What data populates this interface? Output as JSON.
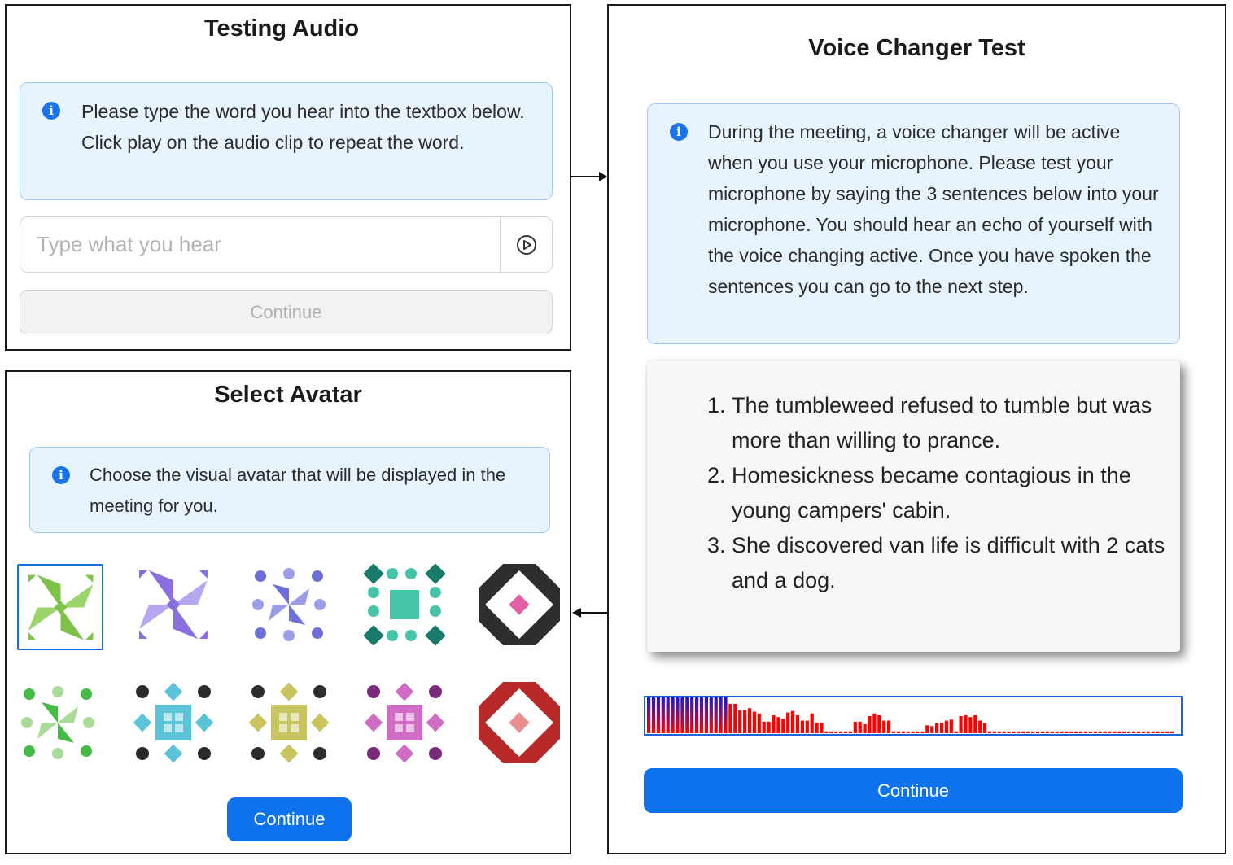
{
  "testing_audio": {
    "title": "Testing Audio",
    "info": "Please type the word you hear into the textbox below. Click play on the audio clip to repeat the word.",
    "input_placeholder": "Type what you hear",
    "continue_label": "Continue"
  },
  "select_avatar": {
    "title": "Select Avatar",
    "info": "Choose the visual avatar that will be displayed in the meeting for you.",
    "continue_label": "Continue",
    "avatars": [
      {
        "name": "avatar-green-pinwheel",
        "selected": true,
        "colors": [
          "#7ec24a",
          "#9bd46a"
        ]
      },
      {
        "name": "avatar-lavender-pinwheel",
        "selected": false,
        "colors": [
          "#8a6fe0",
          "#b7a7f0"
        ]
      },
      {
        "name": "avatar-periwinkle-pinwheel",
        "selected": false,
        "colors": [
          "#6d6fd8",
          "#9b9de8"
        ]
      },
      {
        "name": "avatar-teal-square",
        "selected": false,
        "colors": [
          "#177a6a",
          "#46c4a8"
        ]
      },
      {
        "name": "avatar-dark-diamond",
        "selected": false,
        "colors": [
          "#2e2e2e",
          "#e25fa5"
        ]
      },
      {
        "name": "avatar-mint-pinwheel",
        "selected": false,
        "colors": [
          "#44bb44",
          "#a8dc98"
        ]
      },
      {
        "name": "avatar-aqua-quilt",
        "selected": false,
        "colors": [
          "#2a2a2a",
          "#5cc4d8"
        ]
      },
      {
        "name": "avatar-olive-quilt",
        "selected": false,
        "colors": [
          "#2d2d2d",
          "#c8c460"
        ]
      },
      {
        "name": "avatar-magenta-quilt",
        "selected": false,
        "colors": [
          "#7a2a7a",
          "#d06cc4"
        ]
      },
      {
        "name": "avatar-red-diamond",
        "selected": false,
        "colors": [
          "#b82a2a",
          "#e89090"
        ]
      }
    ]
  },
  "voice_changer": {
    "title": "Voice Changer Test",
    "info": "During the meeting, a voice changer will be active when you use your microphone. Please test your microphone by saying the 3 sentences below into your microphone. You should hear an echo of yourself with the voice changing active. Once you have spoken the sentences you can go to the next step.",
    "sentences": [
      "The tumbleweed refused to tumble but was more than willing to prance.",
      "Homesickness became contagious in the young campers' cabin.",
      "She discovered van life is difficult with 2 cats and a dog."
    ],
    "continue_label": "Continue",
    "meter_levels": [
      1,
      1,
      1,
      1,
      1,
      1,
      1,
      1,
      1,
      1,
      1,
      1,
      1,
      1,
      1,
      1,
      1,
      0.82,
      0.82,
      0.65,
      0.65,
      0.7,
      0.6,
      0.55,
      0.32,
      0.32,
      0.5,
      0.45,
      0.4,
      0.58,
      0.62,
      0.5,
      0.35,
      0.35,
      0.55,
      0.3,
      0.3,
      0.05,
      0.05,
      0.05,
      0.05,
      0.05,
      0.05,
      0.32,
      0.32,
      0.25,
      0.48,
      0.55,
      0.5,
      0.35,
      0.35,
      0.05,
      0.05,
      0.05,
      0.05,
      0.05,
      0.05,
      0.05,
      0.22,
      0.2,
      0.28,
      0.3,
      0.35,
      0.38,
      0.05,
      0.48,
      0.5,
      0.45,
      0.5,
      0.35,
      0.28,
      0.05,
      0.05,
      0.05,
      0.05,
      0.05,
      0.05,
      0.05,
      0.05,
      0.05,
      0.05,
      0.05,
      0.05,
      0.05,
      0.05,
      0.05,
      0.05,
      0.05,
      0.05,
      0.05,
      0.05,
      0.05,
      0.05,
      0.05,
      0.05,
      0.05,
      0.05,
      0.05,
      0.05,
      0.05,
      0.05,
      0.05,
      0.05,
      0.05,
      0.05,
      0.05,
      0.05,
      0.05,
      0.05,
      0.05
    ],
    "meter_colors": [
      "#1a1acc",
      "#ff0000"
    ]
  }
}
